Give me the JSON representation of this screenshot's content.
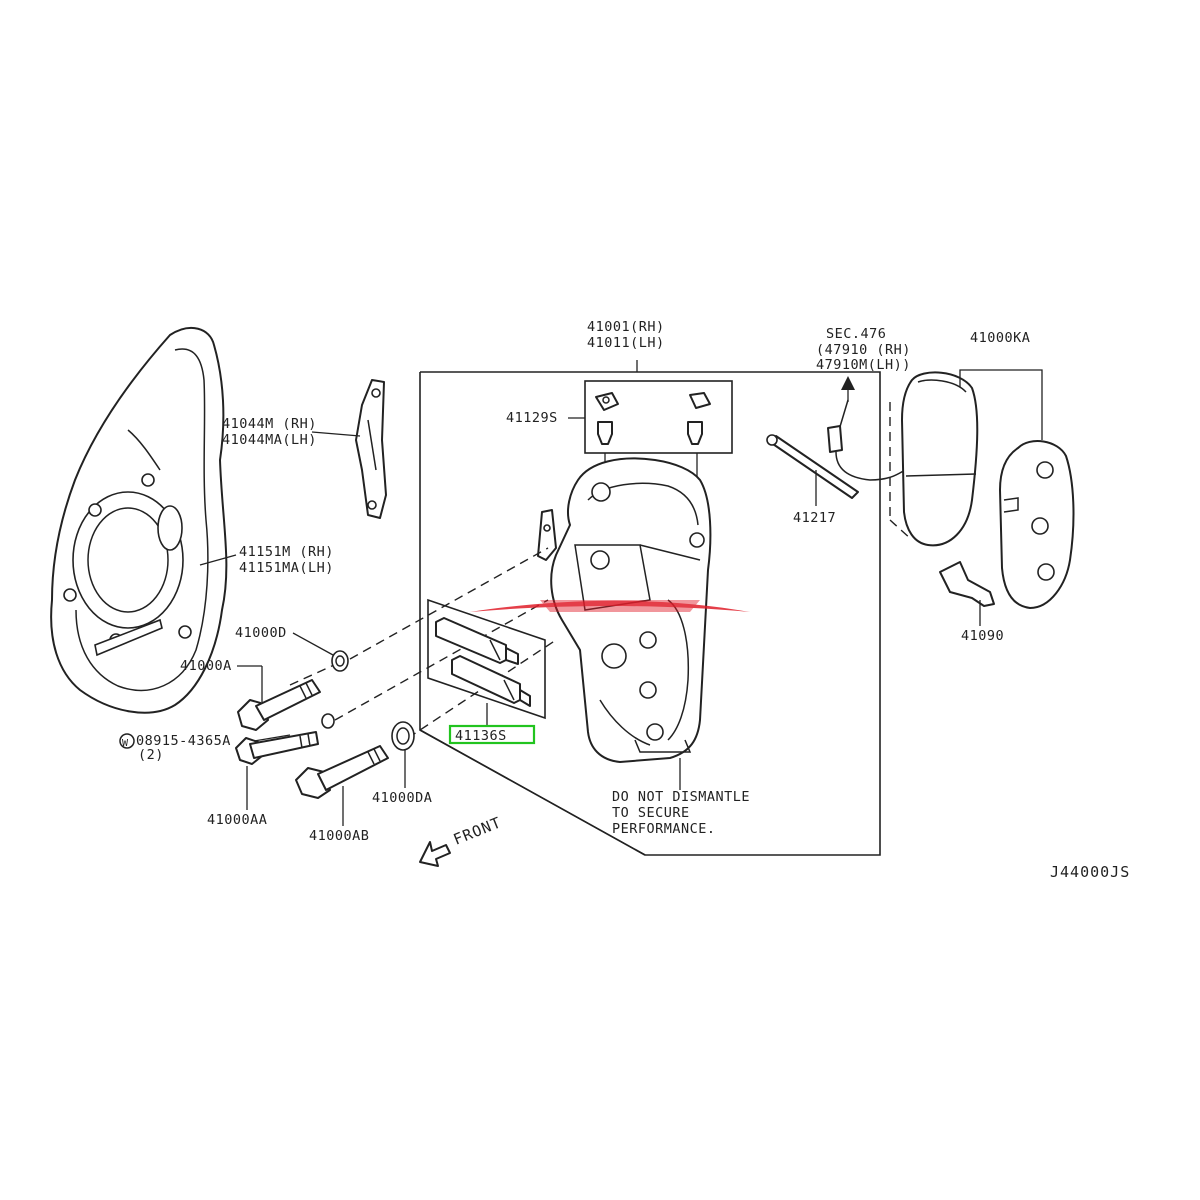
{
  "labels": {
    "l41001": "41001(RH)",
    "l41011": "41011(LH)",
    "l41129s": "41129S",
    "sec476": "SEC.476",
    "l47910": "(47910 (RH)",
    "l47910m": "47910M(LH))",
    "l41000ka": "41000KA",
    "l41044m": "41044M (RH)",
    "l41044ma": "41044MA(LH)",
    "l41151m": "41151M (RH)",
    "l41151ma": "41151MA(LH)",
    "l41217": "41217",
    "l41000d": "41000D",
    "l41000a": "41000A",
    "l08915": "08915-4365A",
    "l08915_symbol": "W",
    "l08915_qty": "(2)",
    "l41136s": "41136S",
    "l41000aa": "41000AA",
    "l41000ab": "41000AB",
    "l41000da": "41000DA",
    "l41090": "41090",
    "note1": "DO NOT DISMANTLE",
    "note2": "TO SECURE",
    "note3": "PERFORMANCE.",
    "front": "FRONT",
    "diagram_code": "J44000JS"
  },
  "colors": {
    "line": "#222222",
    "highlight": "#22c41f",
    "watermark": "#e01e2a"
  },
  "highlighted_part": "41136S"
}
